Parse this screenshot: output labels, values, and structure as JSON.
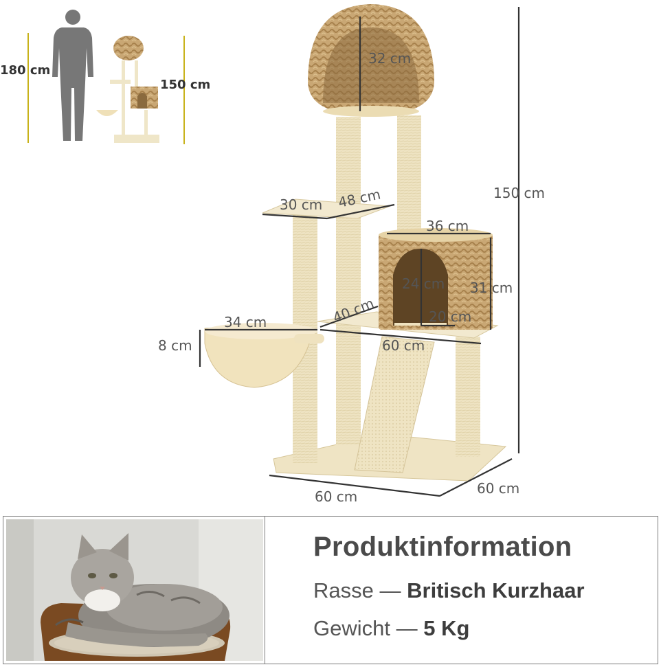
{
  "scale_comparison": {
    "person_height": "180 cm",
    "tree_height": "150 cm"
  },
  "dimensions": {
    "total_height": "150 cm",
    "ball_height": "32 cm",
    "platform_width": "30 cm",
    "platform_length": "48 cm",
    "house_width": "36 cm",
    "house_height": "31 cm",
    "door_height": "24 cm",
    "door_width": "20 cm",
    "shelf_depth": "40 cm",
    "shelf_length": "60 cm",
    "hammock_diameter": "34 cm",
    "hammock_depth": "8 cm",
    "base_width": "60 cm",
    "base_depth": "60 cm"
  },
  "product_info": {
    "title": "Produktinformation",
    "breed_label": "Rasse",
    "separator": "—",
    "breed_value": "Britisch Kurzhaar",
    "weight_label": "Gewicht",
    "weight_value": "5 Kg"
  },
  "icons": [
    "person-silhouette-icon",
    "cat-tree-thumbnail-icon"
  ],
  "colors": {
    "sisal": "#efe6c8",
    "wicker": "#c9a774",
    "plush": "#f3ead0",
    "dimension_line": "#333333",
    "scale_line": "#c8b21a"
  }
}
